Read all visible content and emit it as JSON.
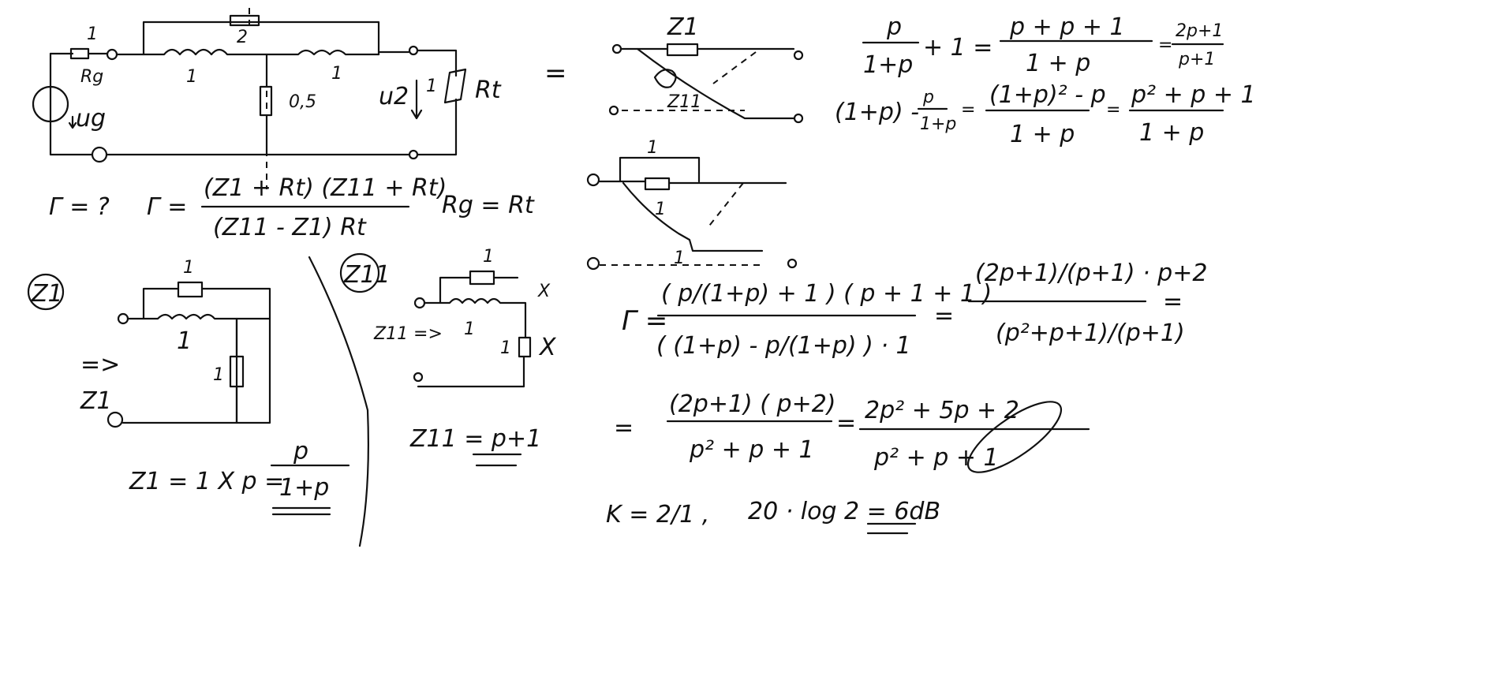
{
  "circuit": {
    "rg_value": "1",
    "rg_label": "Rg",
    "source_label": "ug",
    "l1_value": "1",
    "r_top_value": "2",
    "l2_value": "1",
    "shunt_value": "0,5",
    "u2_label": "u2",
    "u2_value": "1",
    "rt_label": "Rt",
    "equals": "="
  },
  "problem": {
    "question": "Γ = ?",
    "gamma_lhs": "Γ =",
    "gamma_num": "(Z1 + Rt) (Z11 + Rt)",
    "gamma_den": "(Z11 - Z1)   Rt",
    "condition": "Rg = Rt"
  },
  "z1_section": {
    "label": "Z1",
    "r_value": "1",
    "l_value": "1",
    "shunt_value": "1",
    "arrow": "=>",
    "z_label": "Z1",
    "result_lhs": "Z1 = 1 X p =",
    "result_num": "p",
    "result_den": "1+p"
  },
  "z11_section": {
    "label": "Z11",
    "r_value": "1",
    "l_value": "1",
    "shunt_value": "1",
    "node_x1": "X",
    "node_x2": "X",
    "arrow_label": "Z11 =>",
    "result": "Z11 = p+1"
  },
  "lattice": {
    "z1_label": "Z1",
    "z11_label": "Z11",
    "r_value": "1",
    "l_value": "1",
    "r2_value": "1"
  },
  "algebra": {
    "eq1_lhs_num": "p",
    "eq1_lhs_den": "1+p",
    "eq1_plus": "+ 1 =",
    "eq1_mid_num": "p + p + 1",
    "eq1_mid_den": "1 + p",
    "eq1_eq": "=",
    "eq1_rhs_num": "2p+1",
    "eq1_rhs_den": "p+1",
    "eq2_lhs": "(1+p) -",
    "eq2_frac_num": "p",
    "eq2_frac_den": "1+p",
    "eq2_eq": "=",
    "eq2_mid_num": "(1+p)² - p",
    "eq2_mid_den": "1 + p",
    "eq2_eq2": "=",
    "eq2_rhs_num": "p² + p + 1",
    "eq2_rhs_den": "1 + p",
    "gamma_lhs": "Γ =",
    "gamma_num": "( p/(1+p) + 1 ) ( p + 1 + 1 )",
    "gamma_den": "( (1+p) - p/(1+p) ) · 1",
    "gamma_eq": "=",
    "gamma2_num": "(2p+1)/(p+1) · p+2",
    "gamma2_den": "(p²+p+1)/(p+1)",
    "gamma2_eq": "=",
    "line3_eq": "=",
    "line3_num": "(2p+1) ( p+2)",
    "line3_den": "p² + p + 1",
    "line3_eq2": "=",
    "line3_rhs_num": "2p² + 5p + 2",
    "line3_rhs_den": "p² + p + 1",
    "k_result": "K = 2/1  ,",
    "db_result": "20 · log 2 = 6dB"
  }
}
